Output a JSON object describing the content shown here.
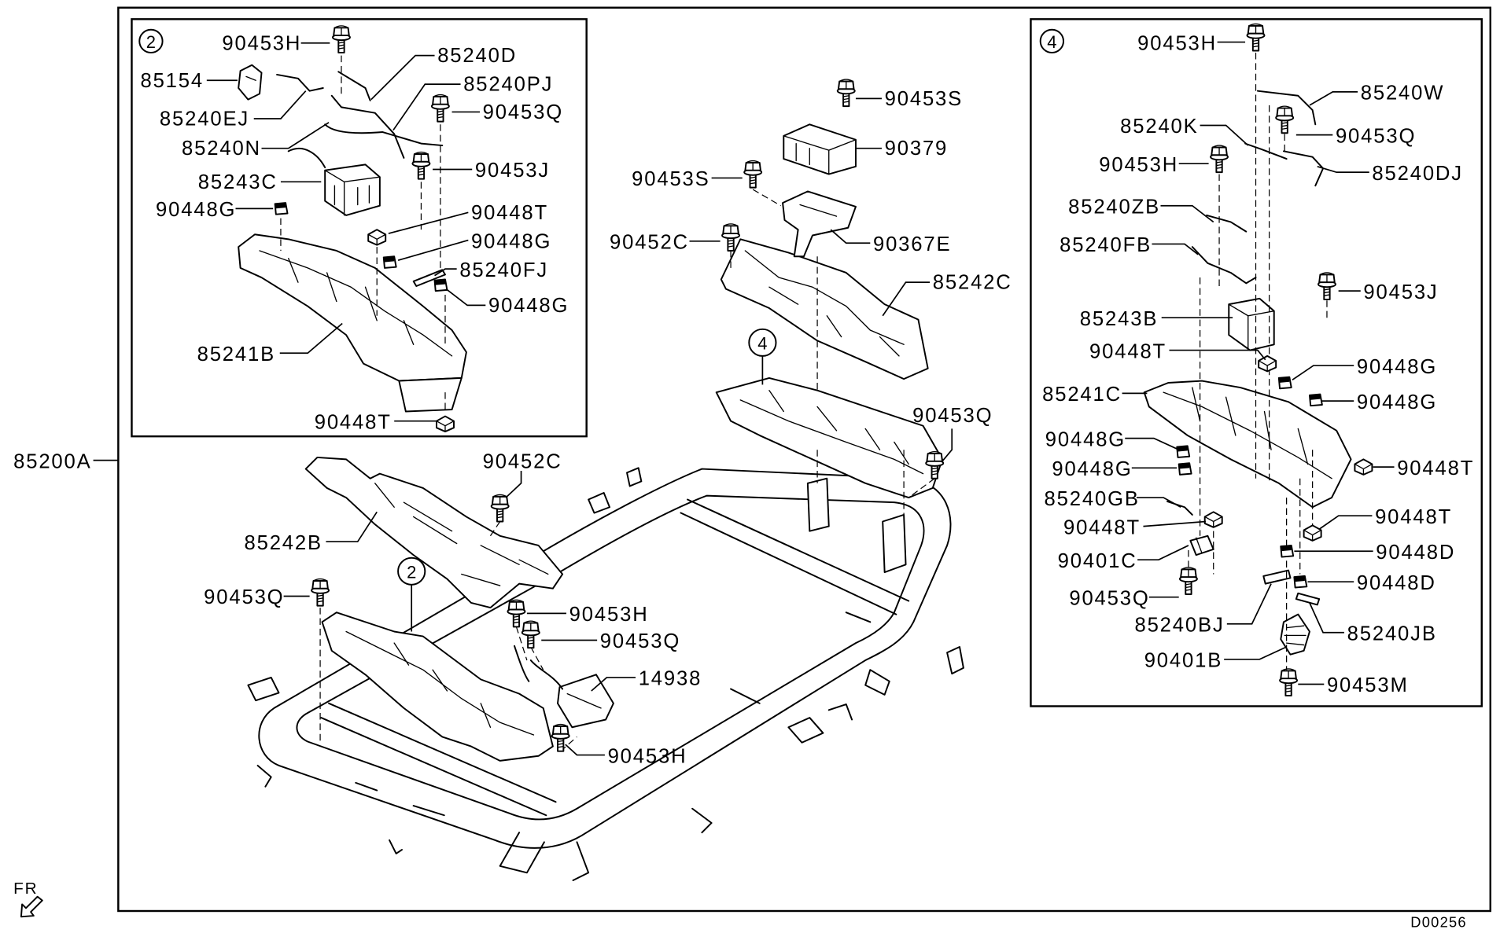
{
  "assembly_label": "85200A",
  "drawing_number": "D00256",
  "orientation": {
    "label": "FR",
    "icon": "front-direction-arrow-icon"
  },
  "colors": {
    "line": "#000000",
    "background": "#ffffff"
  },
  "detail_2": {
    "ref": "2",
    "labels": [
      "90453H",
      "85240D",
      "85154",
      "85240PJ",
      "85240EJ",
      "90453Q",
      "85240N",
      "90453J",
      "85243C",
      "90448G",
      "90448T",
      "90448G",
      "85240FJ",
      "90448G",
      "85241B",
      "90448T"
    ]
  },
  "main_view": {
    "refs": [
      "4",
      "2"
    ],
    "labels": [
      "90453S",
      "90379",
      "90453S",
      "90452C",
      "90367E",
      "85242C",
      "90453Q",
      "90452C",
      "85242B",
      "90453Q",
      "90453H",
      "90453Q",
      "14938",
      "90453H"
    ]
  },
  "detail_4": {
    "ref": "4",
    "labels": [
      "90453H",
      "85240W",
      "85240K",
      "90453Q",
      "90453H",
      "85240DJ",
      "85240ZB",
      "85240FB",
      "90453J",
      "85243B",
      "90448T",
      "90448G",
      "85241C",
      "90448G",
      "90448G",
      "90448T",
      "90448G",
      "85240GB",
      "90448T",
      "90448T",
      "90448D",
      "90401C",
      "90448D",
      "90453Q",
      "85240BJ",
      "85240JB",
      "90401B",
      "90453M"
    ]
  }
}
